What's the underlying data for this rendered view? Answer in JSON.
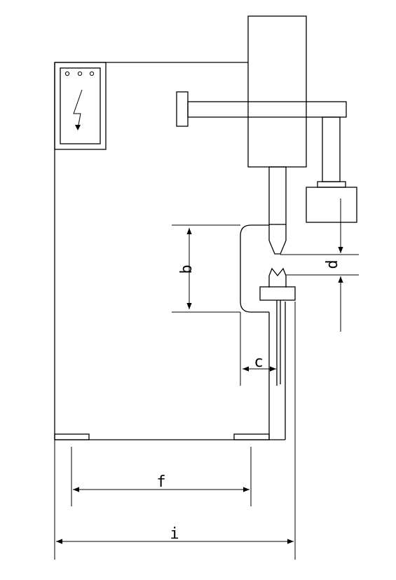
{
  "labels": {
    "b": "b",
    "c": "c",
    "d": "d",
    "f": "f",
    "i": "i"
  },
  "icons": {
    "panel": "high-voltage-icon"
  }
}
